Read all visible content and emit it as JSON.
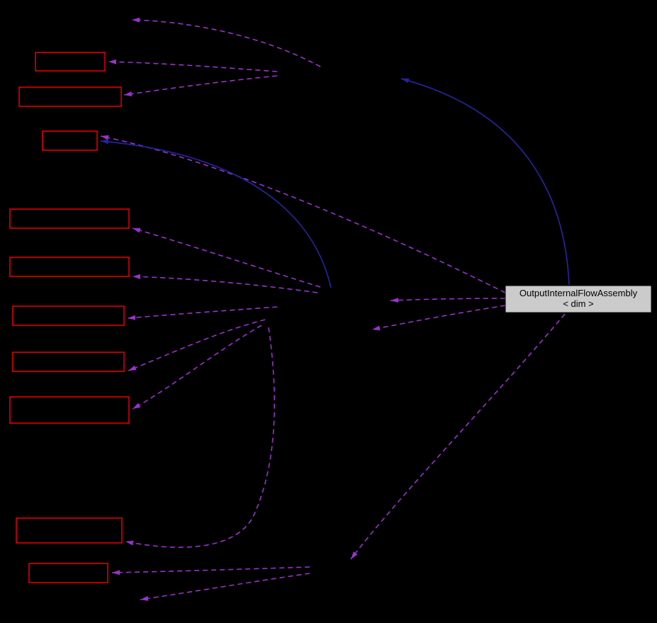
{
  "diagram": {
    "type": "collaboration-graph",
    "main_node": {
      "label_line1": "OutputInternalFlowAssembly",
      "label_line2": "< dim >"
    },
    "colors": {
      "background": "#000000",
      "class_node_border": "#ff0000",
      "usage_edge": "#9a32cd",
      "inheritance_edge": "#24249c",
      "main_node_fill": "#cbcbcb",
      "main_node_border": "#0a0a0a",
      "main_node_text": "#000000"
    },
    "edge_styles": {
      "usage": "dashed",
      "inheritance": "solid"
    }
  }
}
